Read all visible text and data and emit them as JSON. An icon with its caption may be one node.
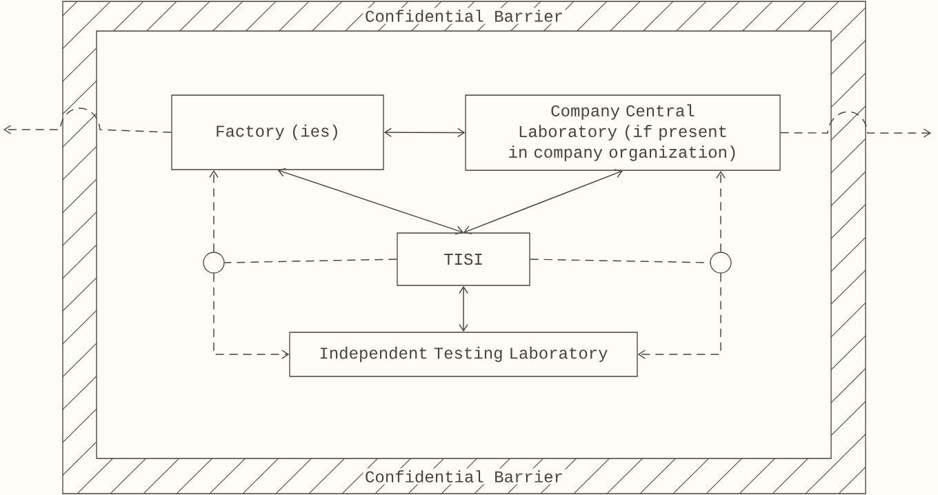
{
  "diagram": {
    "nodes": [
      {
        "text": [
          "Confidential Barrier",
          "Confidential Barrier"
        ]
      },
      {
        "text": [
          "Factory (ies)"
        ],
        "in": 0
      },
      {
        "text": [
          "Company Central Laboratory (if present in company organization)"
        ],
        "in": 0
      },
      {
        "text": [
          "TISI"
        ],
        "in": 0
      },
      {
        "text": [
          "Independent Testing Laboratory"
        ],
        "in": 0
      },
      {
        "text": [],
        "shape": "circle",
        "in": 0
      },
      {
        "text": [],
        "shape": "circle",
        "in": 0
      }
    ],
    "edges": [
      {
        "from": 1,
        "to": null,
        "arrow": "to",
        "style": "dashed"
      },
      {
        "from": 2,
        "to": null,
        "arrow": "to",
        "style": "dashed"
      },
      {
        "from": 1,
        "to": 2,
        "arrow": "both"
      },
      {
        "from": 1,
        "to": 3,
        "arrow": "both"
      },
      {
        "from": 2,
        "to": 3,
        "arrow": "both"
      },
      {
        "from": 3,
        "to": 5,
        "arrow": "none",
        "style": "dashed"
      },
      {
        "from": 3,
        "to": 6,
        "arrow": "none",
        "style": "dashed"
      },
      {
        "from": 3,
        "to": 4,
        "arrow": "both"
      },
      {
        "from": 5,
        "to": 1,
        "arrow": "to",
        "style": "dashed"
      },
      {
        "from": 5,
        "to": 4,
        "arrow": "to",
        "style": "dashed"
      },
      {
        "from": 6,
        "to": 2,
        "arrow": "to",
        "style": "dashed"
      },
      {
        "from": 6,
        "to": 4,
        "arrow": "to",
        "style": "dashed"
      }
    ]
  }
}
